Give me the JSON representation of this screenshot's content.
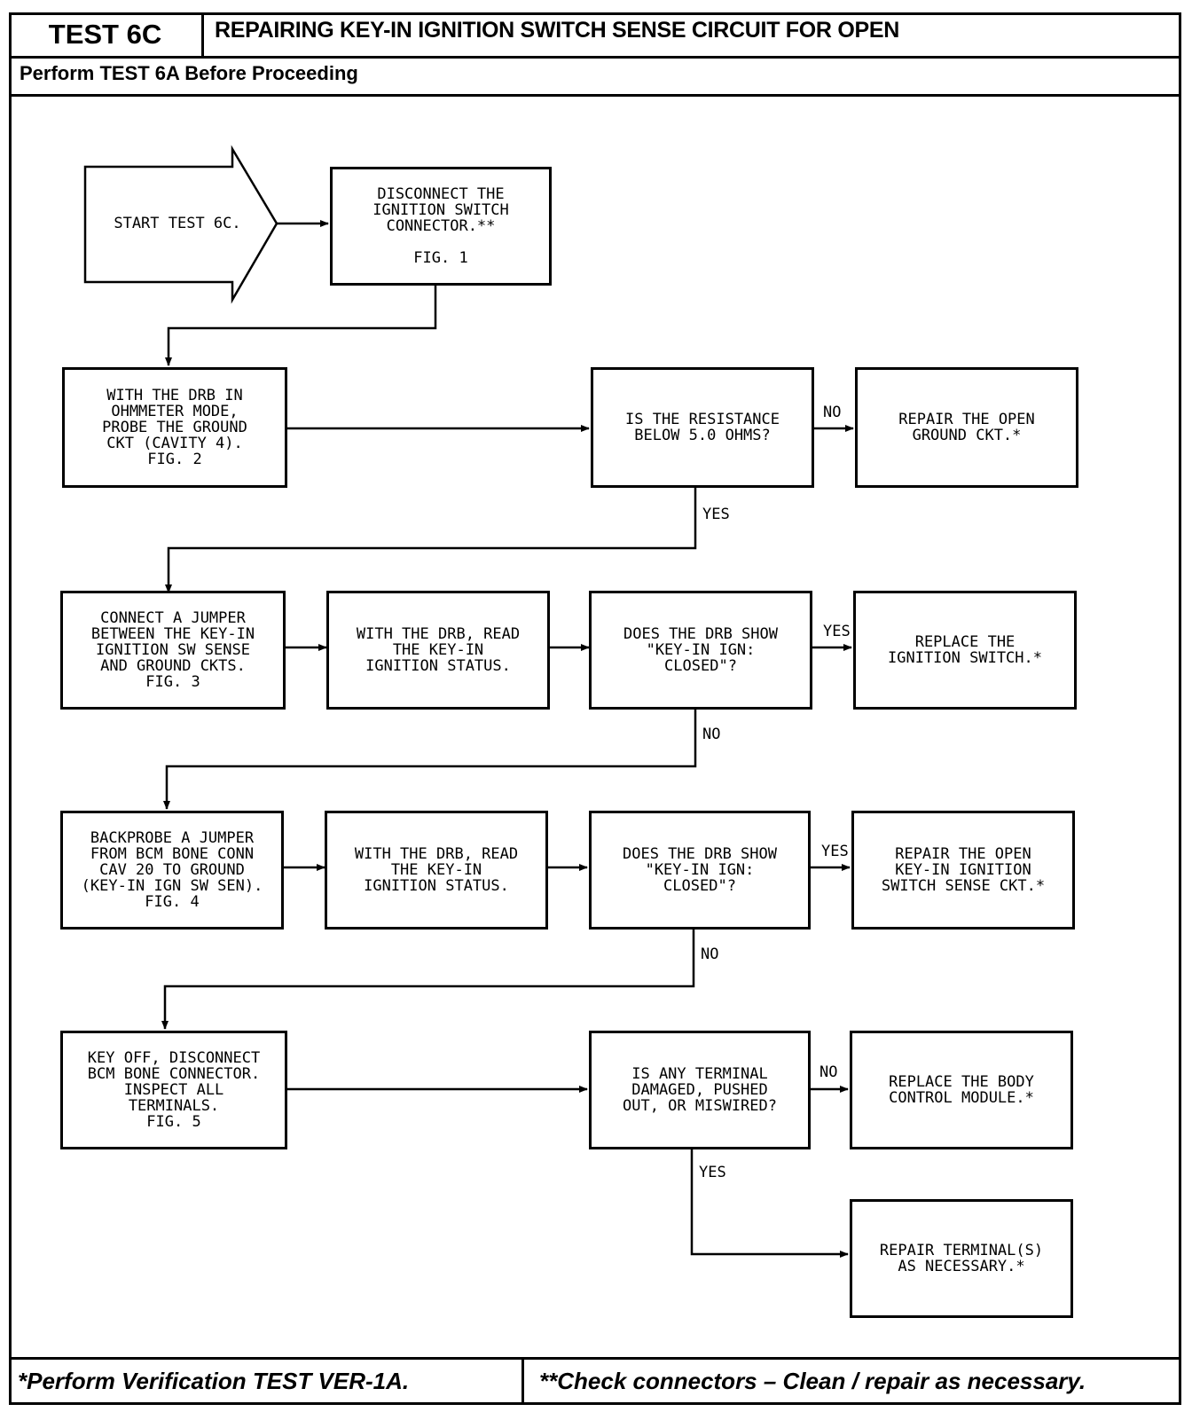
{
  "header": {
    "test_id": "TEST 6C",
    "title": "REPAIRING KEY-IN IGNITION SWITCH SENSE CIRCUIT FOR OPEN",
    "prereq": "Perform TEST 6A Before Proceeding"
  },
  "nodes": {
    "start": "START TEST 6C.",
    "disconnect": "DISCONNECT THE\nIGNITION SWITCH\nCONNECTOR.**\n\nFIG. 1",
    "probe_ground": "WITH THE DRB IN\nOHMMETER MODE,\nPROBE THE GROUND\nCKT (CAVITY 4).\nFIG. 2",
    "resistance_q": "IS THE RESISTANCE\nBELOW 5.0 OHMS?",
    "repair_ground": "REPAIR THE OPEN\nGROUND CKT.*",
    "connect_jumper": "CONNECT A JUMPER\nBETWEEN THE KEY-IN\nIGNITION SW SENSE\nAND GROUND CKTS.\nFIG. 3",
    "read_status_1": "WITH THE DRB, READ\nTHE KEY-IN\nIGNITION STATUS.",
    "drb_show_1": "DOES THE DRB SHOW\n\"KEY-IN IGN:\nCLOSED\"?",
    "replace_switch": "REPLACE THE\nIGNITION SWITCH.*",
    "backprobe": "BACKPROBE A JUMPER\nFROM BCM BONE CONN\nCAV 20 TO GROUND\n(KEY-IN IGN SW SEN).\nFIG. 4",
    "read_status_2": "WITH THE DRB, READ\nTHE KEY-IN\nIGNITION STATUS.",
    "drb_show_2": "DOES THE DRB SHOW\n\"KEY-IN IGN:\nCLOSED\"?",
    "repair_sense": "REPAIR THE OPEN\nKEY-IN IGNITION\nSWITCH SENSE CKT.*",
    "key_off": "KEY OFF, DISCONNECT\nBCM BONE CONNECTOR.\nINSPECT ALL\nTERMINALS.\nFIG. 5",
    "terminal_q": "IS ANY TERMINAL\nDAMAGED, PUSHED\nOUT, OR MISWIRED?",
    "replace_bcm": "REPLACE THE BODY\nCONTROL MODULE.*",
    "repair_terminals": "REPAIR TERMINAL(S)\nAS NECESSARY.*"
  },
  "labels": {
    "no_1": "NO",
    "yes_1": "YES",
    "yes_2": "YES",
    "no_2": "NO",
    "yes_3": "YES",
    "no_3": "NO",
    "no_4": "NO",
    "yes_4": "YES"
  },
  "footer": {
    "left": "*Perform Verification TEST VER-1A.",
    "right": "**Check connectors – Clean / repair as necessary."
  }
}
